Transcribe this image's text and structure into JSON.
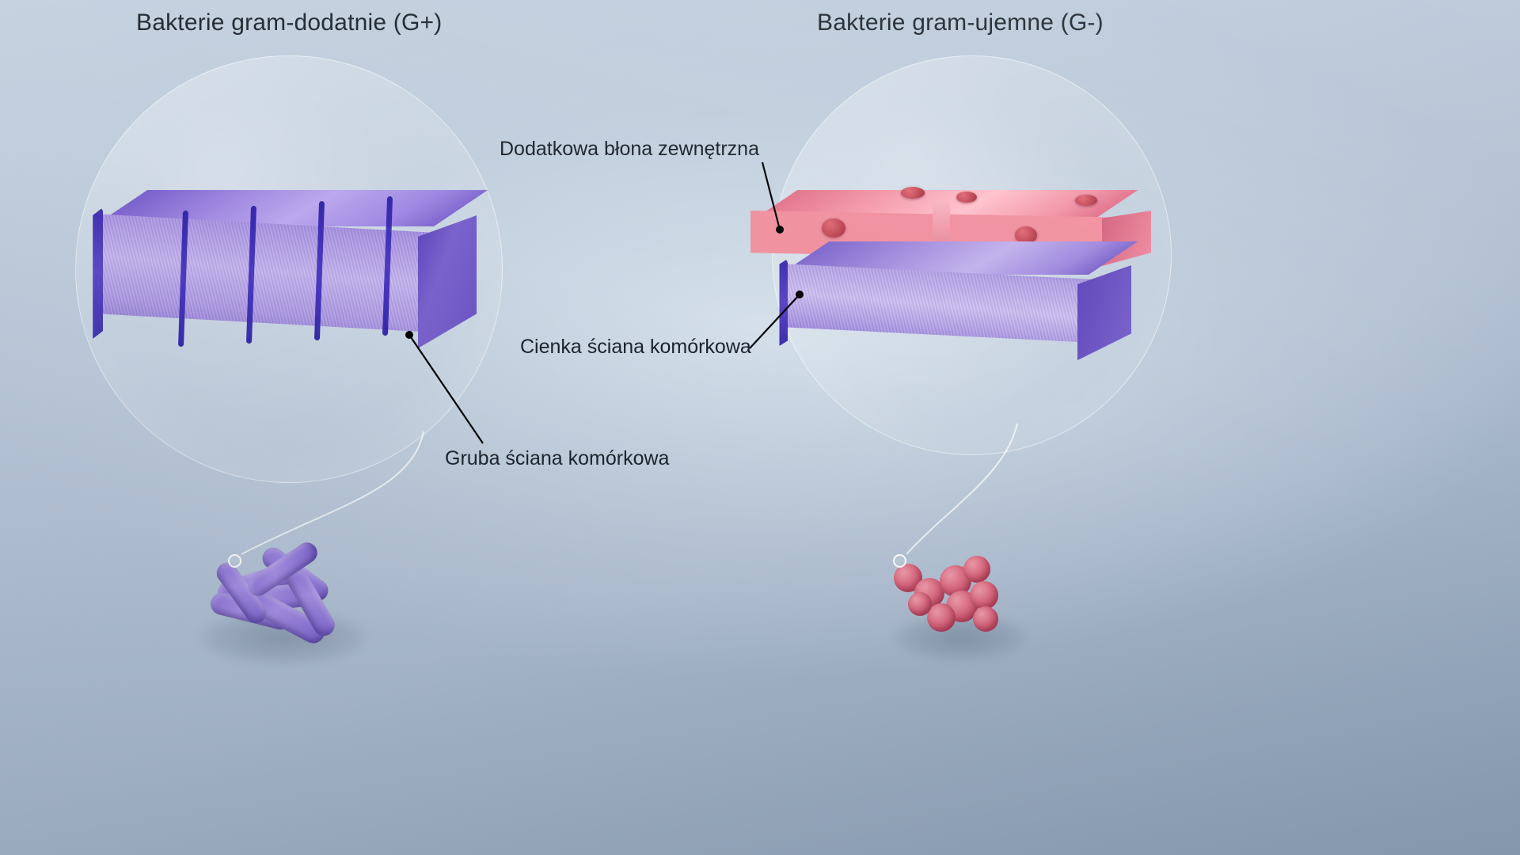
{
  "panels": {
    "left": {
      "title": "Bakterie gram-dodatnie (G+)"
    },
    "right": {
      "title": "Bakterie gram-ujemne (G-)"
    }
  },
  "annotations": [
    {
      "id": "outer-membrane",
      "label": "Dodatkowa błona zewnętrzna"
    },
    {
      "id": "thin-cell-wall",
      "label": "Cienka ściana komórkowa"
    },
    {
      "id": "thick-cell-wall",
      "label": "Gruba ściana komórkowa"
    }
  ],
  "colors": {
    "background_top": "#c4d1df",
    "background_bottom": "#8a9cb2",
    "text": "#1b222b",
    "peptidoglycan_purple": "#a892e2",
    "peptidoglycan_dark_purple": "#3a2bab",
    "outer_membrane_pink": "#f1909f",
    "membrane_protein_red": "#b8414f",
    "bubble_stroke": "#ffffff",
    "leader_line": "#000000"
  },
  "figure": {
    "type": "scientific-illustration",
    "subject": "Comparison of Gram-positive and Gram-negative bacterial cell envelopes",
    "left_panel_structures": [
      "thick peptidoglycan cell wall",
      "teichoic acids"
    ],
    "right_panel_structures": [
      "additional outer membrane",
      "membrane proteins",
      "thin peptidoglycan cell wall"
    ],
    "left_bacteria_shape": "rods (bacilli) cluster, purple",
    "right_bacteria_shape": "cocci cluster, pink-red"
  }
}
